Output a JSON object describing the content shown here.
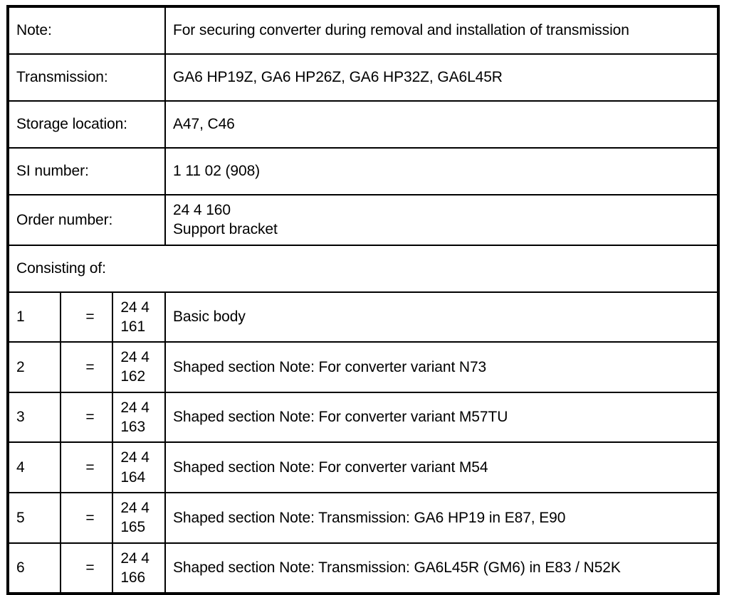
{
  "document": {
    "type": "special-tool-specification-table",
    "background_color": "#ffffff",
    "text_color": "#000000",
    "border_color": "#000000"
  },
  "header_rows": [
    {
      "label": "Note:",
      "value": "For securing converter during removal and installation of transmission"
    },
    {
      "label": "Transmission:",
      "value": "GA6 HP19Z, GA6 HP26Z, GA6 HP32Z, GA6L45R"
    },
    {
      "label": "Storage location:",
      "value": "A47, C46"
    },
    {
      "label": "SI number:",
      "value": "1 11 02 (908)"
    },
    {
      "label": "Order number:",
      "value": "24 4 160\nSupport bracket"
    }
  ],
  "consisting_of": {
    "label": "Consisting of:"
  },
  "parts": {
    "equals_symbol": "=",
    "rows": [
      {
        "index": "1",
        "equals": "=",
        "part_number": "24 4 161",
        "description": "Basic body"
      },
      {
        "index": "2",
        "equals": "=",
        "part_number": "24 4 162",
        "description": "Shaped section Note: For converter variant N73"
      },
      {
        "index": "3",
        "equals": "=",
        "part_number": "24 4 163",
        "description": "Shaped section Note: For converter variant M57TU"
      },
      {
        "index": "4",
        "equals": "=",
        "part_number": "24 4 164",
        "description": "Shaped section Note: For converter variant M54"
      },
      {
        "index": "5",
        "equals": "=",
        "part_number": "24 4 165",
        "description": "Shaped section Note: Transmission: GA6 HP19 in E87, E90"
      },
      {
        "index": "6",
        "equals": "=",
        "part_number": "24 4 166",
        "description": "Shaped section Note: Transmission: GA6L45R (GM6) in E83 / N52K"
      }
    ]
  }
}
